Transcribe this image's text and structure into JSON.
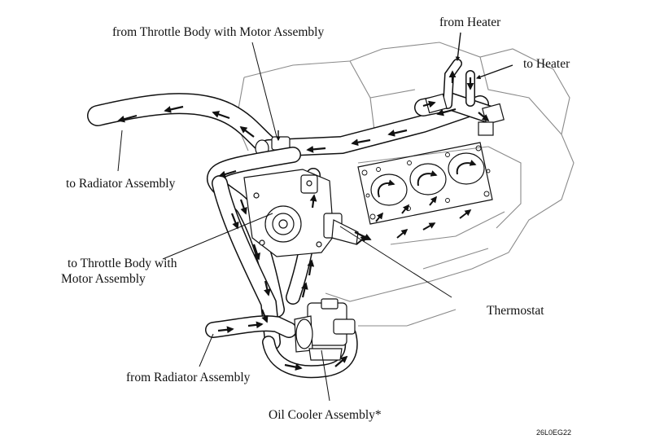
{
  "labels": {
    "throttle_from": "from Throttle Body with Motor Assembly",
    "heater_from": "from Heater",
    "heater_to": "to Heater",
    "radiator_to": "to Radiator Assembly",
    "throttle_to_line1": "to Throttle Body with",
    "throttle_to_line2": "Motor Assembly",
    "thermostat": "Thermostat",
    "radiator_from": "from Radiator Assembly",
    "oil_cooler": "Oil Cooler Assembly*",
    "figure_code": "26L0EG22"
  },
  "icons": {
    "flow_arrow": "flow-arrow-icon"
  },
  "colors": {
    "line": "#111111",
    "engine_outline": "#8a8a8a",
    "background": "#ffffff"
  }
}
